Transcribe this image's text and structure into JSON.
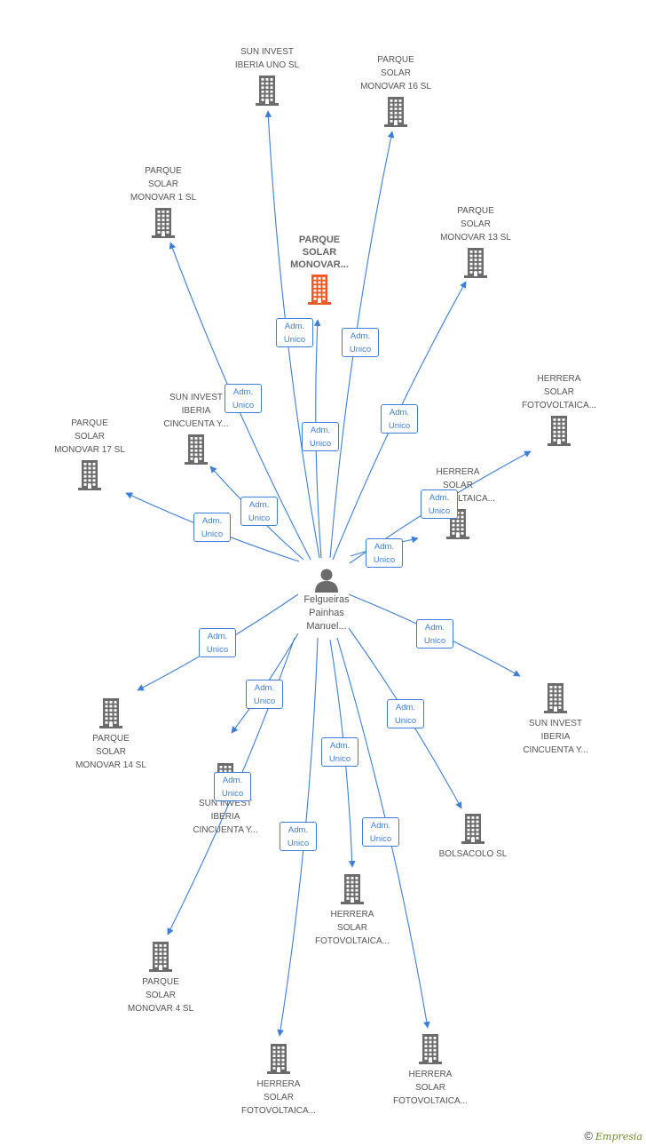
{
  "colors": {
    "edge": "#3d7fd6",
    "building": "#6b6b6b",
    "focus": "#f05a28"
  },
  "center": {
    "label": "Felgueiras\nPainhas\nManuel..."
  },
  "nodes": [
    {
      "id": "sun-uno",
      "label": "SUN INVEST\nIBERIA UNO SL"
    },
    {
      "id": "monovar-16",
      "label": "PARQUE\nSOLAR\nMONOVAR 16 SL"
    },
    {
      "id": "monovar-1",
      "label": "PARQUE\nSOLAR\nMONOVAR 1 SL"
    },
    {
      "id": "focus",
      "label": "PARQUE\nSOLAR\nMONOVAR..."
    },
    {
      "id": "monovar-13",
      "label": "PARQUE\nSOLAR\nMONOVAR 13 SL"
    },
    {
      "id": "herrera-top",
      "label": "HERRERA\nSOLAR\nFOTOVOLTAICA..."
    },
    {
      "id": "sun-cinc-1",
      "label": "SUN INVEST\nIBERIA\nCINCUENTA Y..."
    },
    {
      "id": "monovar-17",
      "label": "PARQUE\nSOLAR\nMONOVAR 17 SL"
    },
    {
      "id": "herrera-mid",
      "label": "HERRERA\nSOLAR\nFOTOVOLTAICA..."
    },
    {
      "id": "monovar-14",
      "label": "PARQUE\nSOLAR\nMONOVAR 14 SL"
    },
    {
      "id": "sun-cinc-2",
      "label": "SUN INVEST\nIBERIA\nCINCUENTA Y..."
    },
    {
      "id": "sun-cinc-3",
      "label": "SUN INVEST\nIBERIA\nCINCUENTA Y..."
    },
    {
      "id": "bolsacolo",
      "label": "BOLSACOLO SL"
    },
    {
      "id": "herrera-b1",
      "label": "HERRERA\nSOLAR\nFOTOVOLTAICA..."
    },
    {
      "id": "monovar-4",
      "label": "PARQUE\nSOLAR\nMONOVAR 4 SL"
    },
    {
      "id": "herrera-b2",
      "label": "HERRERA\nSOLAR\nFOTOVOLTAICA..."
    },
    {
      "id": "herrera-b3",
      "label": "HERRERA\nSOLAR\nFOTOVOLTAICA..."
    }
  ],
  "relation_label": "Adm.\nUnico",
  "brand": {
    "copyright": "©",
    "name": "Empresia"
  }
}
